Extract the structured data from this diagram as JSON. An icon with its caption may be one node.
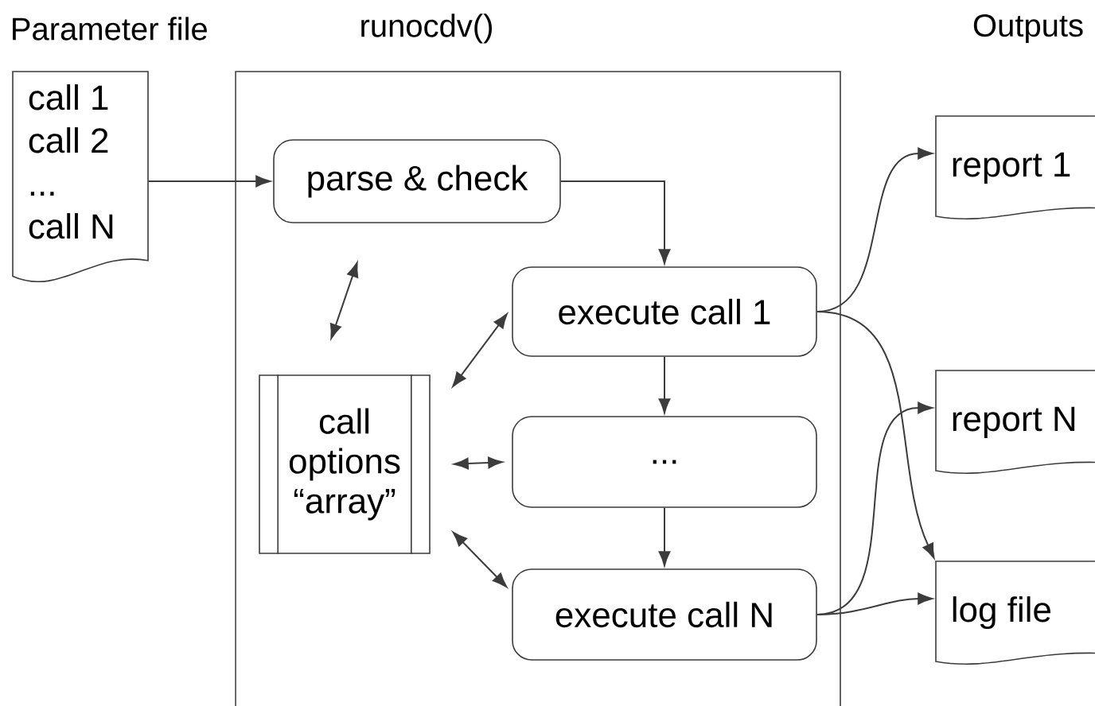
{
  "diagram": {
    "nodes": [
      {
        "text": [
          "Parameter file",
          "call 1",
          "call 2",
          "...",
          "call N"
        ]
      },
      {
        "text": [
          "runocdv()"
        ]
      },
      {
        "text": [
          "parse & check"
        ],
        "in": 1
      },
      {
        "text": [
          "execute call 1"
        ],
        "in": 1
      },
      {
        "text": [
          "..."
        ],
        "in": 1
      },
      {
        "text": [
          "execute call N"
        ],
        "in": 1
      },
      {
        "text": [
          "call options “array”"
        ],
        "in": 1
      },
      {
        "text": [
          "report 1"
        ]
      },
      {
        "text": [
          "report N"
        ]
      },
      {
        "text": [
          "log file"
        ]
      }
    ],
    "edges": [
      {
        "from": 0,
        "to": 2,
        "arrow": "to"
      },
      {
        "from": 6,
        "to": 2,
        "arrow": "both"
      },
      {
        "from": 2,
        "to": 3,
        "arrow": "to"
      },
      {
        "from": 6,
        "to": 3,
        "arrow": "both"
      },
      {
        "from": 3,
        "to": 4,
        "arrow": "to"
      },
      {
        "from": 6,
        "to": 4,
        "arrow": "both"
      },
      {
        "from": 4,
        "to": 5,
        "arrow": "to"
      },
      {
        "from": 6,
        "to": 5,
        "arrow": "both"
      },
      {
        "from": 3,
        "to": 7,
        "arrow": "to"
      },
      {
        "from": 3,
        "to": 9,
        "arrow": "to"
      },
      {
        "from": 5,
        "to": 8,
        "arrow": "to"
      },
      {
        "from": 5,
        "to": 9,
        "arrow": "to"
      }
    ],
    "labels": [
      "Outputs"
    ]
  }
}
